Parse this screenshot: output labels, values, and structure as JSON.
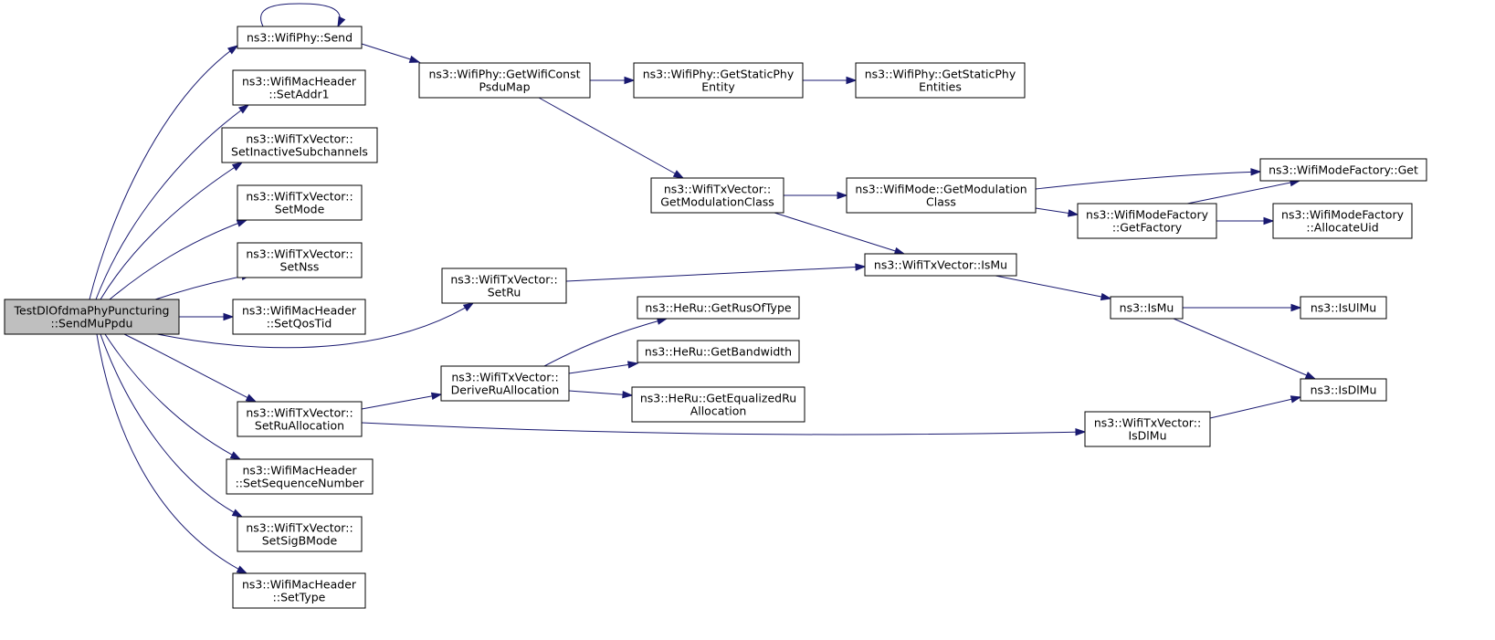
{
  "diagram": {
    "type": "call-graph",
    "colors": {
      "edge": "#191970",
      "root_fill": "#bfbfbf",
      "node_fill": "#ffffff",
      "node_border": "#000000"
    },
    "nodes": [
      {
        "id": "root",
        "lines": [
          "TestDlOfdmaPhyPuncturing",
          "::SendMuPpdu"
        ],
        "root": true
      },
      {
        "id": "send",
        "lines": [
          "ns3::WifiPhy::Send"
        ]
      },
      {
        "id": "setAddr1",
        "lines": [
          "ns3::WifiMacHeader",
          "::SetAddr1"
        ]
      },
      {
        "id": "setInactive",
        "lines": [
          "ns3::WifiTxVector::",
          "SetInactiveSubchannels"
        ]
      },
      {
        "id": "setMode",
        "lines": [
          "ns3::WifiTxVector::",
          "SetMode"
        ]
      },
      {
        "id": "setNss",
        "lines": [
          "ns3::WifiTxVector::",
          "SetNss"
        ]
      },
      {
        "id": "setQosTid",
        "lines": [
          "ns3::WifiMacHeader",
          "::SetQosTid"
        ]
      },
      {
        "id": "setRuAlloc",
        "lines": [
          "ns3::WifiTxVector::",
          "SetRuAllocation"
        ]
      },
      {
        "id": "setSeq",
        "lines": [
          "ns3::WifiMacHeader",
          "::SetSequenceNumber"
        ]
      },
      {
        "id": "setSigB",
        "lines": [
          "ns3::WifiTxVector::",
          "SetSigBMode"
        ]
      },
      {
        "id": "setType",
        "lines": [
          "ns3::WifiMacHeader",
          "::SetType"
        ]
      },
      {
        "id": "setRu",
        "lines": [
          "ns3::WifiTxVector::",
          "SetRu"
        ]
      },
      {
        "id": "getConstPsdu",
        "lines": [
          "ns3::WifiPhy::GetWifiConst",
          "PsduMap"
        ]
      },
      {
        "id": "getStaticEntity",
        "lines": [
          "ns3::WifiPhy::GetStaticPhy",
          "Entity"
        ]
      },
      {
        "id": "getStaticEntities",
        "lines": [
          "ns3::WifiPhy::GetStaticPhy",
          "Entities"
        ]
      },
      {
        "id": "getModClass",
        "lines": [
          "ns3::WifiTxVector::",
          "GetModulationClass"
        ]
      },
      {
        "id": "modeGetModClass",
        "lines": [
          "ns3::WifiMode::GetModulation",
          "Class"
        ]
      },
      {
        "id": "factoryGet",
        "lines": [
          "ns3::WifiModeFactory::Get"
        ]
      },
      {
        "id": "getFactory",
        "lines": [
          "ns3::WifiModeFactory",
          "::GetFactory"
        ]
      },
      {
        "id": "allocateUid",
        "lines": [
          "ns3::WifiModeFactory",
          "::AllocateUid"
        ]
      },
      {
        "id": "txIsMu",
        "lines": [
          "ns3::WifiTxVector::IsMu"
        ]
      },
      {
        "id": "isMu",
        "lines": [
          "ns3::IsMu"
        ]
      },
      {
        "id": "isUlMu",
        "lines": [
          "ns3::IsUlMu"
        ]
      },
      {
        "id": "isDlMu",
        "lines": [
          "ns3::IsDlMu"
        ]
      },
      {
        "id": "deriveRu",
        "lines": [
          "ns3::WifiTxVector::",
          "DeriveRuAllocation"
        ]
      },
      {
        "id": "getRusOfType",
        "lines": [
          "ns3::HeRu::GetRusOfType"
        ]
      },
      {
        "id": "getBandwidth",
        "lines": [
          "ns3::HeRu::GetBandwidth"
        ]
      },
      {
        "id": "getEqualized",
        "lines": [
          "ns3::HeRu::GetEqualizedRu",
          "Allocation"
        ]
      },
      {
        "id": "txIsDlMu",
        "lines": [
          "ns3::WifiTxVector::",
          "IsDlMu"
        ]
      }
    ],
    "edges": [
      [
        "root",
        "send"
      ],
      [
        "send",
        "send"
      ],
      [
        "root",
        "setAddr1"
      ],
      [
        "root",
        "setInactive"
      ],
      [
        "root",
        "setMode"
      ],
      [
        "root",
        "setNss"
      ],
      [
        "root",
        "setQosTid"
      ],
      [
        "root",
        "setRuAlloc"
      ],
      [
        "root",
        "setSeq"
      ],
      [
        "root",
        "setSigB"
      ],
      [
        "root",
        "setType"
      ],
      [
        "root",
        "setRu"
      ],
      [
        "send",
        "getConstPsdu"
      ],
      [
        "getConstPsdu",
        "getStaticEntity"
      ],
      [
        "getStaticEntity",
        "getStaticEntities"
      ],
      [
        "getConstPsdu",
        "getModClass"
      ],
      [
        "getModClass",
        "modeGetModClass"
      ],
      [
        "getModClass",
        "txIsMu"
      ],
      [
        "modeGetModClass",
        "factoryGet"
      ],
      [
        "modeGetModClass",
        "getFactory"
      ],
      [
        "getFactory",
        "factoryGet"
      ],
      [
        "getFactory",
        "allocateUid"
      ],
      [
        "setRu",
        "txIsMu"
      ],
      [
        "txIsMu",
        "isMu"
      ],
      [
        "isMu",
        "isUlMu"
      ],
      [
        "isMu",
        "isDlMu"
      ],
      [
        "setRuAlloc",
        "deriveRu"
      ],
      [
        "setRuAlloc",
        "txIsDlMu"
      ],
      [
        "txIsDlMu",
        "isDlMu"
      ],
      [
        "deriveRu",
        "getRusOfType"
      ],
      [
        "deriveRu",
        "getBandwidth"
      ],
      [
        "deriveRu",
        "getEqualized"
      ]
    ]
  }
}
